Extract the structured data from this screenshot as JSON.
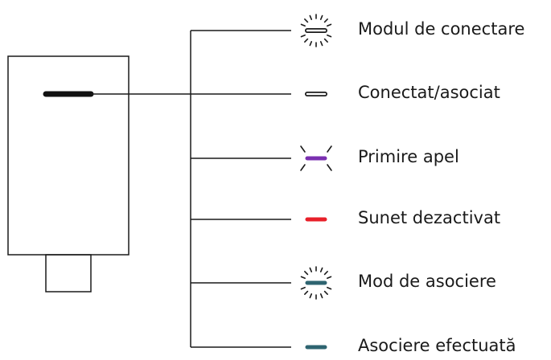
{
  "colors": {
    "line": "#1a1a1a",
    "led_white": "#9a9a9a",
    "led_purple": "#7a2fb0",
    "led_red": "#e8202a",
    "led_teal": "#2e6470",
    "device_led": "#111111"
  },
  "states": [
    {
      "label": "Modul de conectare",
      "led_color": "#9a9a9a",
      "effect": "blinking"
    },
    {
      "label": "Conectat/asociat",
      "led_color": "#9a9a9a",
      "effect": "solid"
    },
    {
      "label": "Primire apel",
      "led_color": "#7a2fb0",
      "effect": "pulsing"
    },
    {
      "label": "Sunet dezactivat",
      "led_color": "#e8202a",
      "effect": "solid"
    },
    {
      "label": "Mod de asociere",
      "led_color": "#2e6470",
      "effect": "blinking"
    },
    {
      "label": "Asociere efectuată",
      "led_color": "#2e6470",
      "effect": "solid"
    }
  ]
}
